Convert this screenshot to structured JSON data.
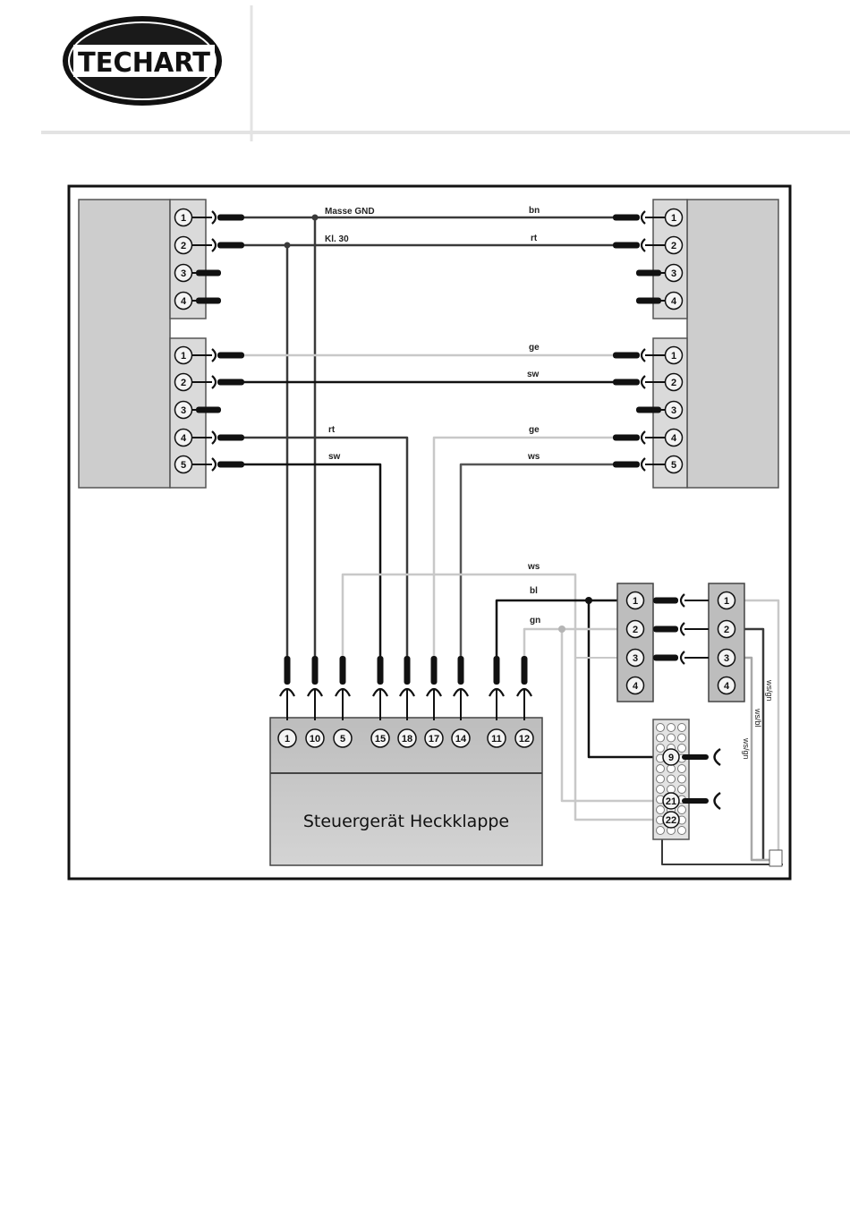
{
  "header": {
    "logo_text": "TECHART"
  },
  "wire_labels": {
    "gnd": "Masse GND",
    "kl30": "Kl. 30",
    "top_bn": "bn",
    "top_rt": "rt",
    "mid_ge": "ge",
    "mid_sw": "sw",
    "lower_rt": "rt",
    "lower_sw": "sw",
    "lower_ge": "ge",
    "lower_ws": "ws",
    "right_ws": "ws",
    "right_bl": "bl",
    "right_gn": "gn",
    "vert_1": "ws/gn",
    "vert_2": "ws/bl",
    "vert_3": "ws/gn"
  },
  "connectors": {
    "left_top_pins": [
      "1",
      "2",
      "3",
      "4"
    ],
    "left_bottom_pins": [
      "1",
      "2",
      "3",
      "4",
      "5"
    ],
    "right_top_pins": [
      "1",
      "2",
      "3",
      "4"
    ],
    "right_bottom_pins": [
      "1",
      "2",
      "3",
      "4",
      "5"
    ],
    "small_a_pins": [
      "1",
      "2",
      "3",
      "4"
    ],
    "small_b_pins": [
      "1",
      "2",
      "3",
      "4"
    ],
    "grid_pins": [
      "9",
      "21",
      "22"
    ]
  },
  "ecu": {
    "title": "Steuergerät Heckklappe",
    "pins": [
      "1",
      "10",
      "5",
      "15",
      "18",
      "17",
      "14",
      "11",
      "12"
    ]
  },
  "colors": {
    "wire_dark": "#3a3a3a",
    "wire_black": "#111111",
    "wire_light": "#c8c8c8",
    "connector_fill": "#d6d6d6",
    "block_fill": "#cfcfcf"
  }
}
